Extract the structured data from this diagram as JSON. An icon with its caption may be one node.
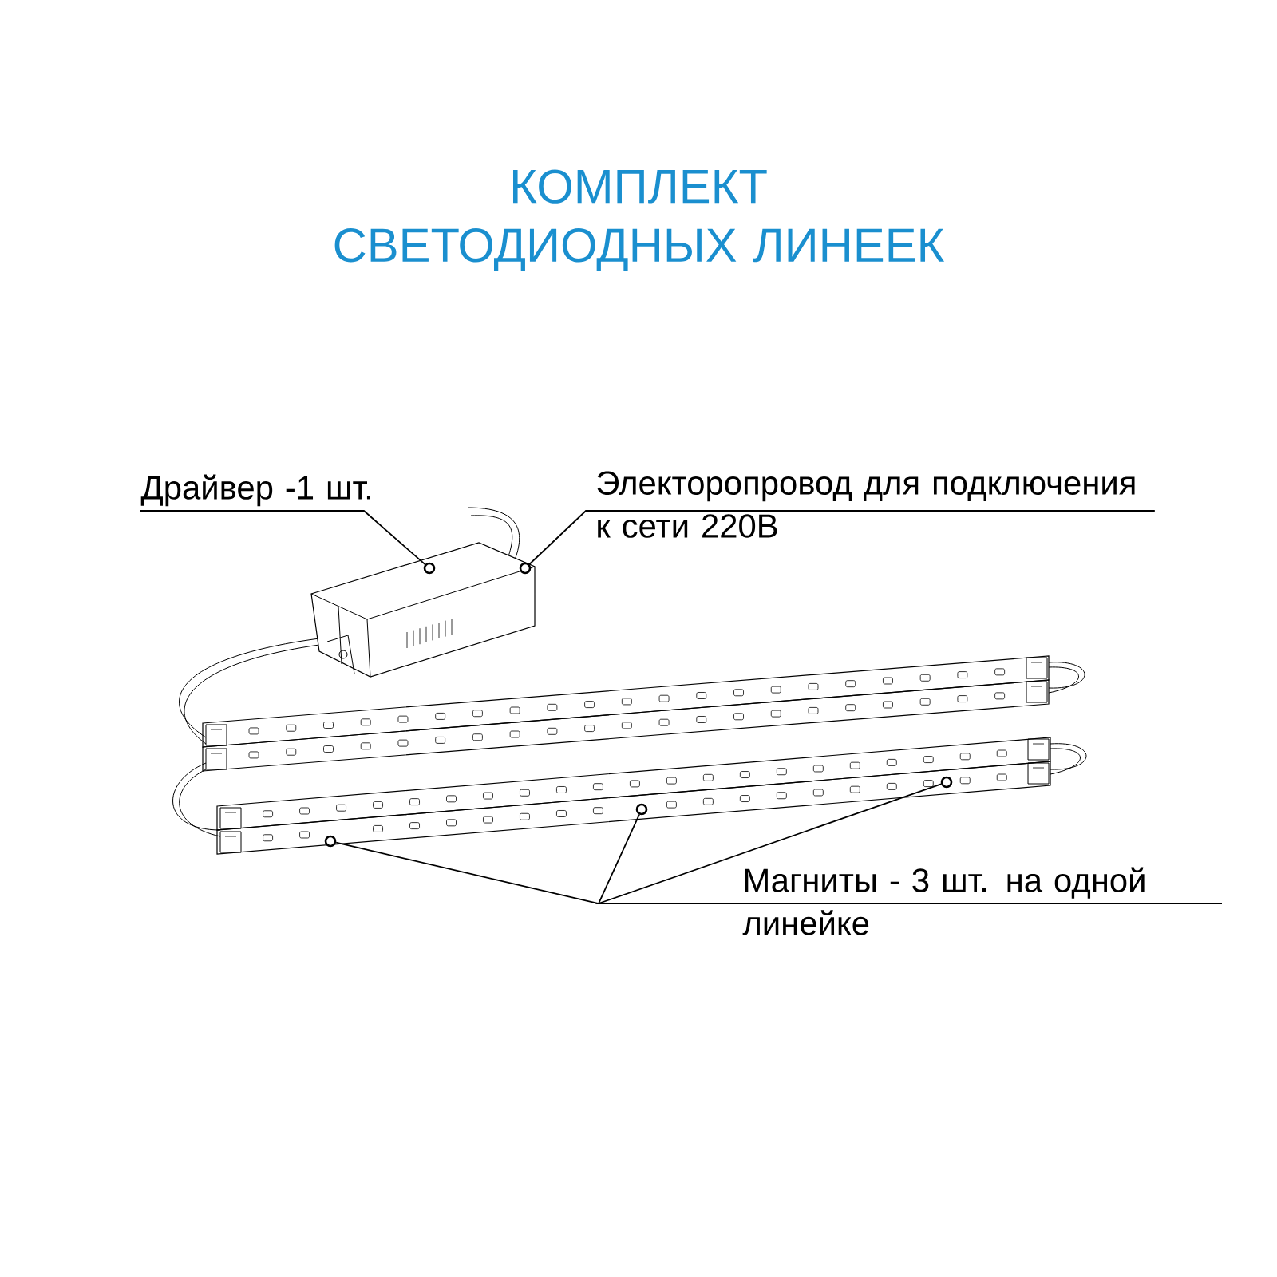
{
  "diagram": {
    "title": "КОМПЛЕКТ СВЕТОДИОДНЫХ ЛИНЕЕК",
    "nodes": [
      {
        "text": [
          "Драйвер -1 шт."
        ]
      },
      {
        "text": [],
        "shape": "circle"
      },
      {
        "text": [
          "Электоропровод для подключения к сети 220В"
        ]
      },
      {
        "text": [],
        "shape": "circle"
      },
      {
        "text": [
          "Магниты - 3 шт. на одной линейке"
        ]
      },
      {
        "text": [],
        "shape": "circle"
      },
      {
        "text": [],
        "shape": "circle"
      },
      {
        "text": [],
        "shape": "circle"
      }
    ],
    "edges": [
      {
        "from": 0,
        "to": 1,
        "arrow": "none"
      },
      {
        "from": 2,
        "to": 3,
        "arrow": "none"
      },
      {
        "from": 4,
        "to": 5,
        "arrow": "none"
      },
      {
        "from": 4,
        "to": 6,
        "arrow": "none"
      },
      {
        "from": 4,
        "to": 7,
        "arrow": "none"
      }
    ]
  }
}
